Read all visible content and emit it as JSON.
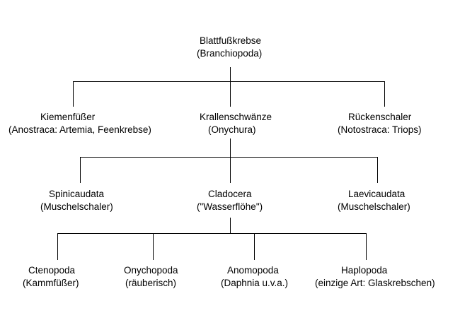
{
  "root": {
    "name": "Blattfußkrebse",
    "sub": "(Branchiopoda)"
  },
  "level1": [
    {
      "name": "Kiemenfüßer",
      "sub": "(Anostraca: Artemia, Feenkrebse)"
    },
    {
      "name": "Krallenschwänze",
      "sub": "(Onychura)"
    },
    {
      "name": "Rückenschaler",
      "sub": "(Notostraca: Triops)"
    }
  ],
  "level2": [
    {
      "name": "Spinicaudata",
      "sub": "(Muschelschaler)"
    },
    {
      "name": "Cladocera",
      "sub": "(\"Wasserflöhe\")"
    },
    {
      "name": "Laevicaudata",
      "sub": "(Muschelschaler)"
    }
  ],
  "level3": [
    {
      "name": "Ctenopoda",
      "sub": "(Kammfüßer)"
    },
    {
      "name": "Onychopoda",
      "sub": "(räuberisch)"
    },
    {
      "name": "Anomopoda",
      "sub": "(Daphnia u.v.a.)"
    },
    {
      "name": "Haplopoda",
      "sub": "(einzige Art: Glaskrebschen)"
    }
  ]
}
